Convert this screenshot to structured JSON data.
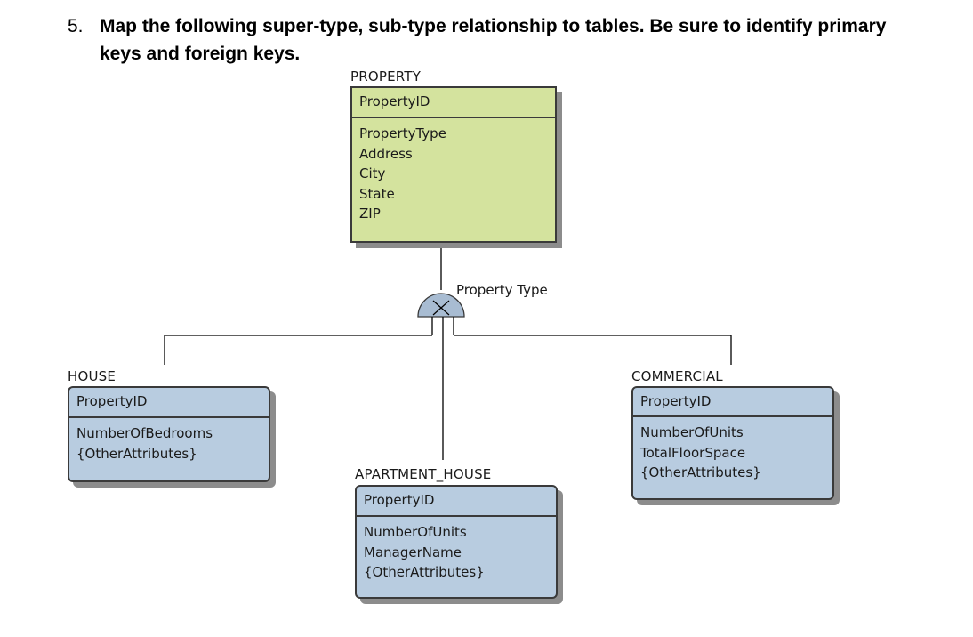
{
  "question": {
    "number": "5.",
    "line1": "Map the following super-type, sub-type relationship to tables.  Be sure to identify primary",
    "line2": "keys and foreign keys."
  },
  "entities": {
    "property": {
      "name": "PROPERTY",
      "key": "PropertyID",
      "attributes": [
        "PropertyType",
        "Address",
        "City",
        "State",
        "ZIP"
      ]
    },
    "house": {
      "name": "HOUSE",
      "key": "PropertyID",
      "attributes": [
        "NumberOfBedrooms",
        "{OtherAttributes}"
      ]
    },
    "commercial": {
      "name": "COMMERCIAL",
      "key": "PropertyID",
      "attributes": [
        "NumberOfUnits",
        "TotalFloorSpace",
        "{OtherAttributes}"
      ]
    },
    "apartment_house": {
      "name": "APARTMENT_HOUSE",
      "key": "PropertyID",
      "attributes": [
        "NumberOfUnits",
        "ManagerName",
        "{OtherAttributes}"
      ]
    }
  },
  "discriminator": {
    "label": "Property Type"
  },
  "colors": {
    "supertype_fill": "#d4e39e",
    "subtype_fill": "#b8cce0",
    "border": "#3a3a3a",
    "shadow": "#8c8c8c"
  }
}
